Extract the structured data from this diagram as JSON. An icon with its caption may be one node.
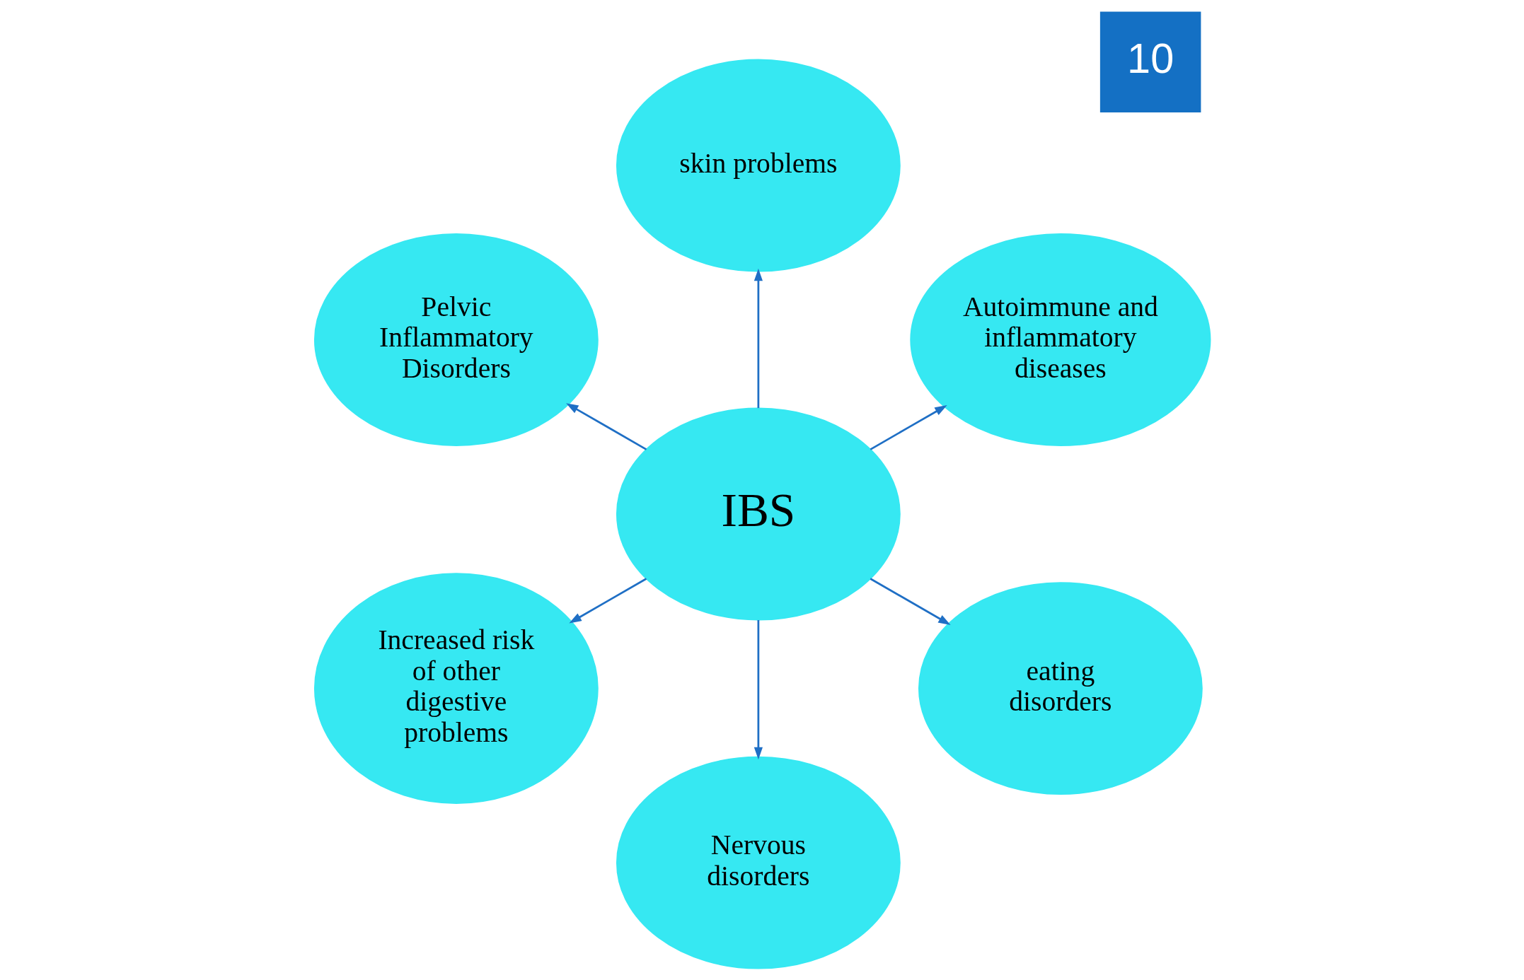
{
  "diagram": {
    "nodes": [
      {
        "text": [
          "Autoimmune and inflammatory diseases"
        ]
      },
      {
        "text": [
          "skin problems"
        ]
      },
      {
        "text": [
          "Pelvic Inflammatory Disorders"
        ]
      },
      {
        "text": [
          "IBS"
        ]
      },
      {
        "text": [
          "Increased risk of other digestive problems"
        ]
      },
      {
        "text": [
          "Nervous disorders"
        ]
      },
      {
        "text": [
          "eating disorders"
        ]
      }
    ],
    "edges": [
      {
        "from": 3,
        "to": 0,
        "arrow": "to"
      },
      {
        "from": 3,
        "to": 1,
        "arrow": "to"
      },
      {
        "from": 3,
        "to": 2,
        "arrow": "to"
      },
      {
        "from": 3,
        "to": 4,
        "arrow": "to"
      },
      {
        "from": 3,
        "to": 5,
        "arrow": "to"
      },
      {
        "from": 3,
        "to": 6,
        "arrow": "to"
      }
    ],
    "labels": [
      "10"
    ]
  }
}
